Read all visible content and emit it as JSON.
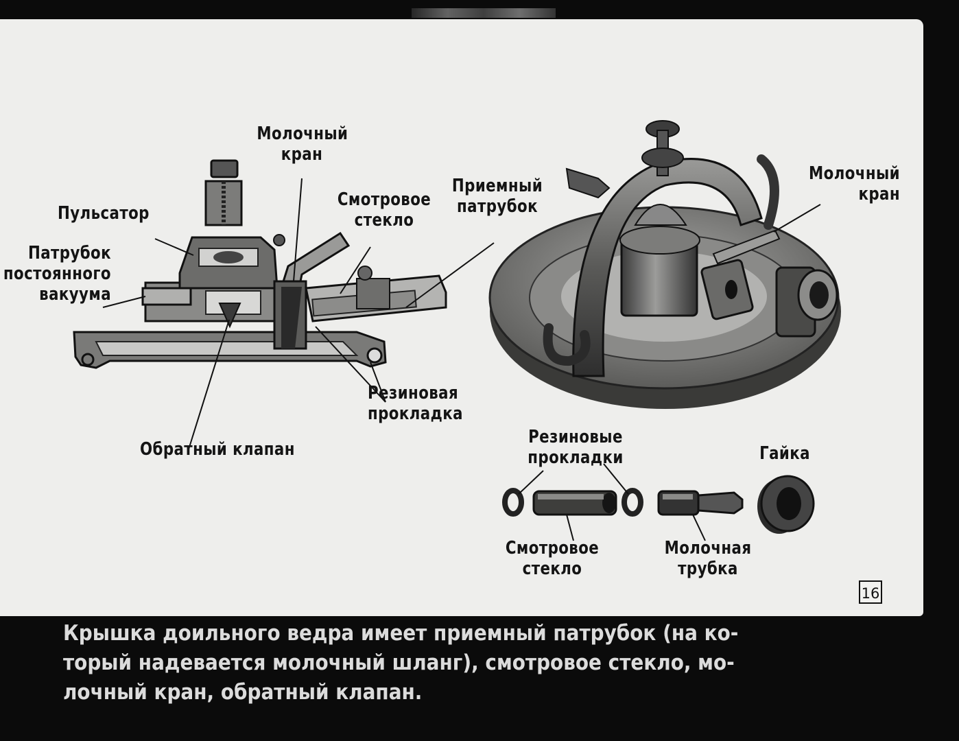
{
  "labels": {
    "milk_valve": "Молочный\nкран",
    "pulsator": "Пульсатор",
    "const_vacuum_pipe": "Патрубок\nпостоянного\nвакуума",
    "sight_glass": "Смотровое\nстекло",
    "inlet_pipe": "Приемный\nпатрубок",
    "rubber_gasket": "Резиновая\nпрокладка",
    "check_valve": "Обратный клапан",
    "milk_valve_right": "Молочный\nкран",
    "rubber_gaskets": "Резиновые\nпрокладки",
    "nut": "Гайка",
    "sight_glass_part": "Смотровое\nстекло",
    "milk_tube": "Молочная\nтрубка"
  },
  "frame_number": "16",
  "caption": {
    "line1": "Крышка доильного ведра имеет приемный патрубок (на ко-",
    "line2": "торый надевается молочный шланг), смотровое стекло, мо-",
    "line3": "лочный кран, обратный клапан."
  }
}
